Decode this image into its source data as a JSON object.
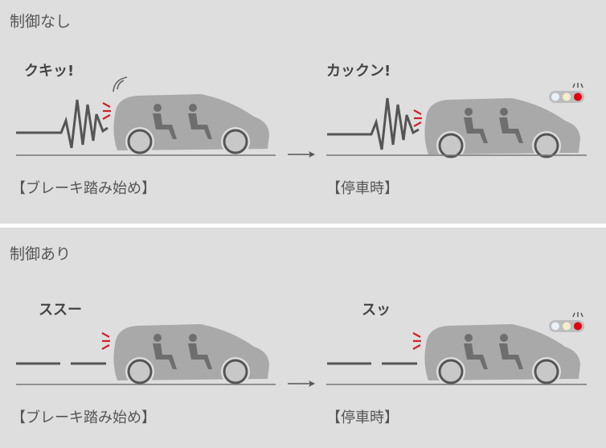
{
  "sections": [
    {
      "title": "制御なし",
      "start": {
        "sound": "クキッ!",
        "label": "【ブレーキ踏み始め】"
      },
      "stop": {
        "sound": "カックン!",
        "label": "【停車時】"
      }
    },
    {
      "title": "制御あり",
      "start": {
        "sound": "ススー",
        "label": "【ブレーキ踏み始め】"
      },
      "stop": {
        "sound": "スッ",
        "label": "【停車時】"
      }
    }
  ],
  "colors": {
    "background": "#dedede",
    "car": "#a9a9a9",
    "line": "#555555",
    "brake": "#d0202a",
    "signal_red": "#e00010"
  }
}
